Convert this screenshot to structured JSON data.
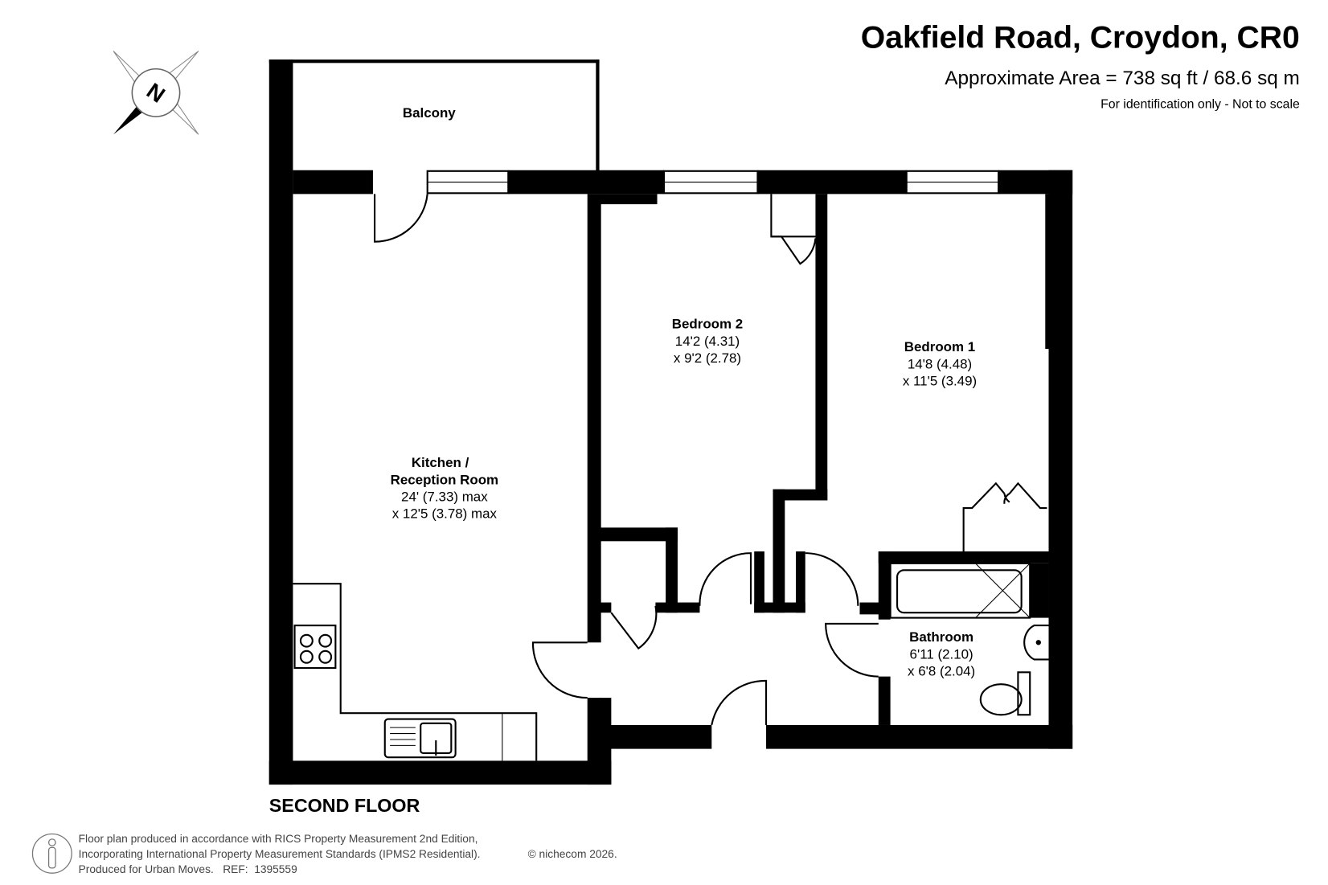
{
  "header": {
    "title": "Oakfield Road, Croydon, CR0",
    "area": "Approximate Area = 738 sq ft / 68.6 sq m",
    "disclaimer": "For identification only - Not to scale"
  },
  "compass": {
    "north_label": "N"
  },
  "floor_label": "SECOND FLOOR",
  "rooms": {
    "balcony": {
      "name": "Balcony"
    },
    "kitchen": {
      "name1": "Kitchen /",
      "name2": "Reception Room",
      "dim1": "24' (7.33) max",
      "dim2": "x 12'5 (3.78) max"
    },
    "bedroom2": {
      "name": "Bedroom 2",
      "dim1": "14'2 (4.31)",
      "dim2": "x 9'2 (2.78)"
    },
    "bedroom1": {
      "name": "Bedroom 1",
      "dim1": "14'8 (4.48)",
      "dim2": "x 11'5 (3.49)"
    },
    "bathroom": {
      "name": "Bathroom",
      "dim1": "6'11 (2.10)",
      "dim2": "x 6'8 (2.04)"
    }
  },
  "footer": {
    "line1": "Floor plan produced in accordance with RICS Property Measurement 2nd Edition,",
    "line2": "Incorporating International Property Measurement Standards (IPMS2 Residential).",
    "copyright": "© nichecom 2026.",
    "line3": "Produced for Urban Moves.   REF:  1395559"
  }
}
